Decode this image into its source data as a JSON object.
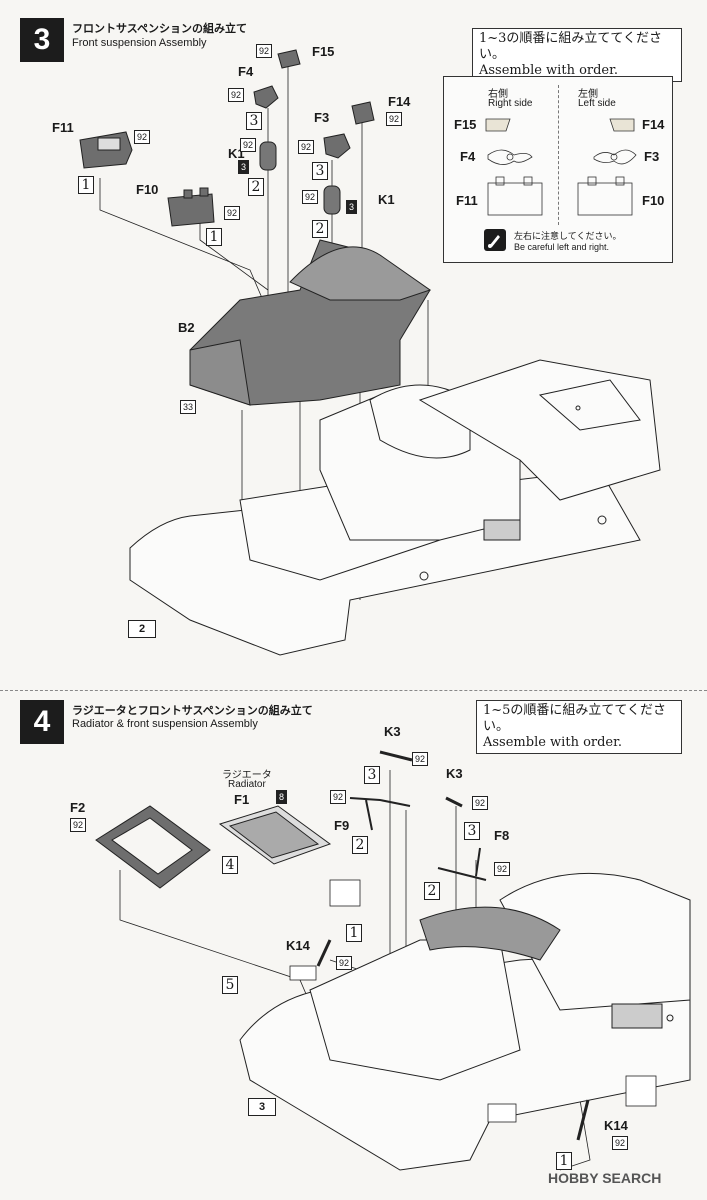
{
  "step3": {
    "number": "3",
    "title_ja": "フロントサスペンションの組み立て",
    "title_en": "Front suspension Assembly",
    "order_note_ja": "1~3の順番に組み立ててください。",
    "order_note_en": "Assemble with order.",
    "side_panel": {
      "right_ja": "右側",
      "right_en": "Right side",
      "left_ja": "左側",
      "left_en": "Left side",
      "right_parts": [
        "F15",
        "F4",
        "F11"
      ],
      "left_parts": [
        "F14",
        "F3",
        "F10"
      ],
      "caution_ja": "左右に注意してください。",
      "caution_en": "Be careful left and right."
    },
    "parts": {
      "F15": "F15",
      "F4": "F4",
      "K1a": "K1",
      "F14": "F14",
      "F3": "F3",
      "K1b": "K1",
      "F11": "F11",
      "F10": "F10",
      "B2": "B2",
      "chassis": "2"
    },
    "counts": {
      "c92": "92",
      "c3": "3",
      "c33": "33"
    },
    "orders": [
      "1",
      "2",
      "3"
    ]
  },
  "step4": {
    "number": "4",
    "title_ja": "ラジエータとフロントサスペンションの組み立て",
    "title_en": "Radiator & front suspension Assembly",
    "order_note_ja": "1~5の順番に組み立ててください。",
    "order_note_en": "Assemble with order.",
    "radiator_ja": "ラジエータ",
    "radiator_en": "Radiator",
    "parts": {
      "F2": "F2",
      "F1": "F1",
      "K3a": "K3",
      "K3b": "K3",
      "F9": "F9",
      "F8": "F8",
      "K14a": "K14",
      "K14b": "K14",
      "chassis": "3"
    },
    "counts": {
      "c92": "92",
      "c8": "8"
    },
    "orders": [
      "1",
      "2",
      "3",
      "4",
      "5"
    ]
  },
  "watermark": "HOBBY SEARCH",
  "colors": {
    "part_gray": "#6e6e6e",
    "line": "#222222",
    "background": "#f7f6f3"
  }
}
